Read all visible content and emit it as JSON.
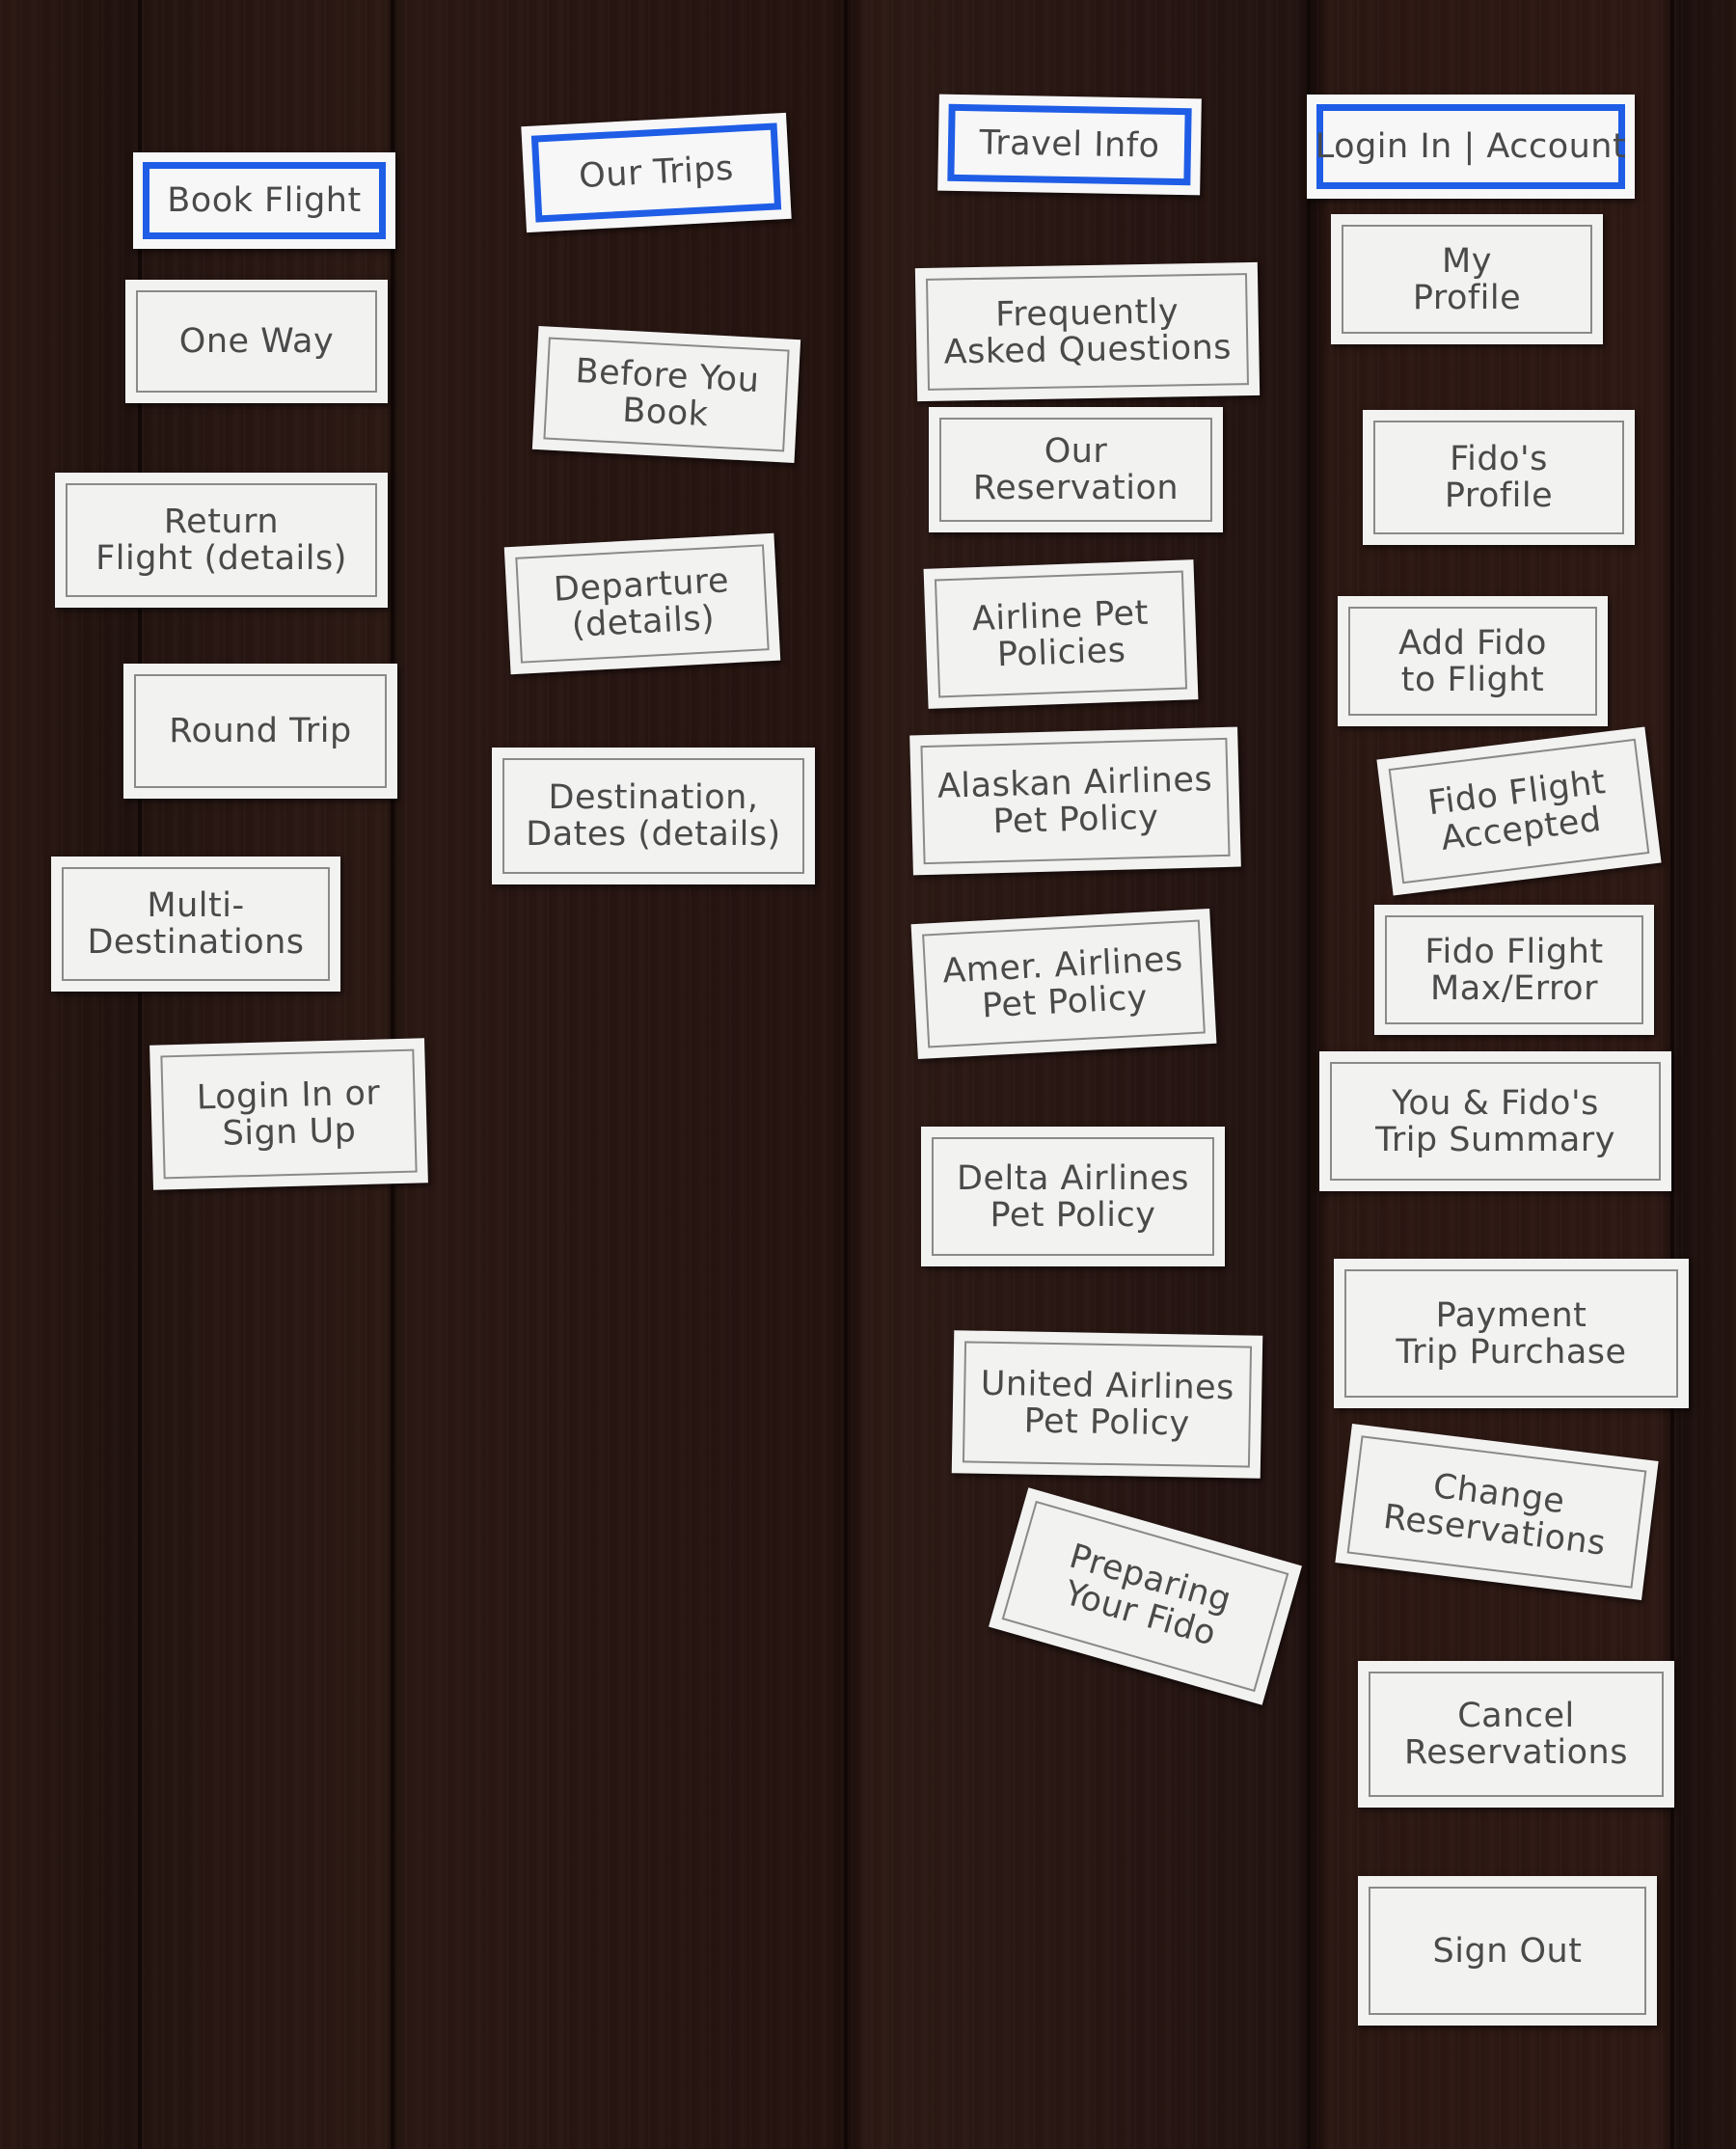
{
  "columns": [
    {
      "heading": "Book Flight",
      "items": [
        "One Way",
        "Return\nFlight (details)",
        "Round Trip",
        "Multi-\nDestinations",
        "Login In or\nSign Up"
      ]
    },
    {
      "heading": "Our Trips",
      "items": [
        "Before You\nBook",
        "Departure\n(details)",
        "Destination,\nDates (details)"
      ]
    },
    {
      "heading": "Travel Info",
      "items": [
        "Frequently\nAsked Questions",
        "Our\nReservation",
        "Airline Pet\nPolicies",
        "Alaskan Airlines\nPet Policy",
        "Amer. Airlines\nPet Policy",
        "Delta Airlines\nPet Policy",
        "United Airlines\nPet Policy",
        "Preparing\nYour Fido"
      ]
    },
    {
      "heading": "Login In | Account",
      "items": [
        "My\nProfile",
        "Fido's\nProfile",
        "Add Fido\nto Flight",
        "Fido Flight\nAccepted",
        "Fido Flight\nMax/Error",
        "You & Fido's\nTrip Summary",
        "Payment\nTrip Purchase",
        "Change\nReservations",
        "Cancel\nReservations",
        "Sign Out"
      ]
    }
  ],
  "colors": {
    "heading_border": "#1f5de6",
    "card": "#f2f2f1",
    "wood": "#2a1712"
  }
}
